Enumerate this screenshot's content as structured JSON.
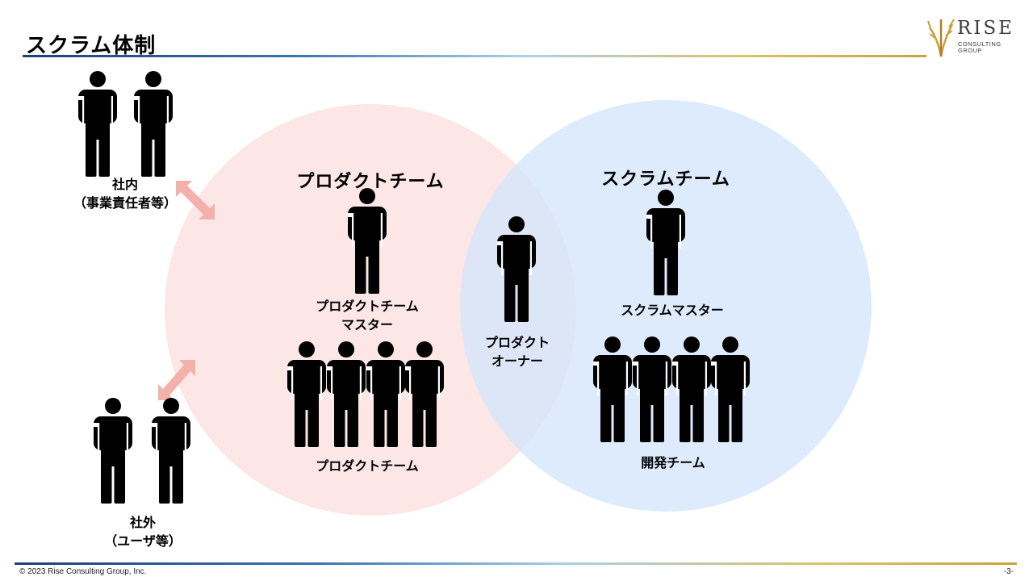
{
  "header": {
    "title": "スクラム体制"
  },
  "logo": {
    "name": "RISE",
    "sub_line1": "CONSULTING",
    "sub_line2": "GROUP"
  },
  "footer": {
    "copyright": "© 2023 Rise Consulting Group, Inc.",
    "page_number": "-3-"
  },
  "diagram": {
    "product_team_circle": {
      "label": "プロダクトチーム",
      "color": "#fce6e6"
    },
    "scrum_team_circle": {
      "label": "スクラムチーム",
      "color": "#d5e6fb"
    },
    "internal": {
      "line1": "社内",
      "line2": "（事業責任者等）"
    },
    "external": {
      "line1": "社外",
      "line2": "（ユーザ等）"
    },
    "product_team_master": {
      "line1": "プロダクトチーム",
      "line2": "マスター"
    },
    "product_team_members": {
      "label": "プロダクトチーム"
    },
    "product_owner": {
      "line1": "プロダクト",
      "line2": "オーナー"
    },
    "scrum_master": {
      "label": "スクラムマスター"
    },
    "dev_team": {
      "label": "開発チーム"
    },
    "arrow_color": "#f3b1aa"
  }
}
